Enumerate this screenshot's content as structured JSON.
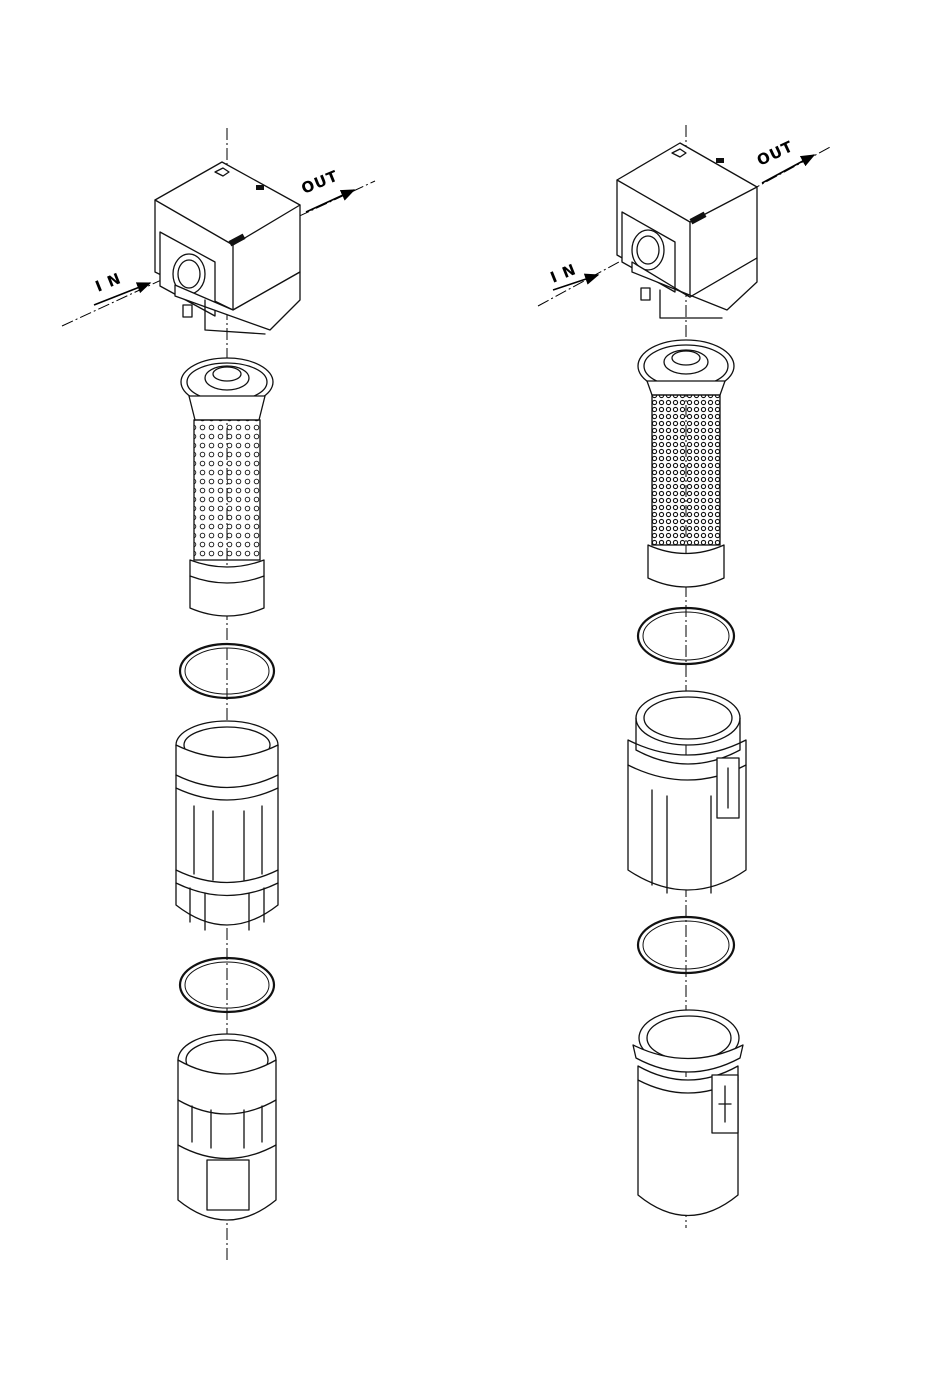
{
  "assemblies": [
    {
      "name": "left-assembly",
      "in_label": "I N",
      "out_label": "OUT",
      "variant": "filter-ring-bowl"
    },
    {
      "name": "right-assembly",
      "in_label": "I N",
      "out_label": "OUT",
      "variant": "clip-bowl"
    }
  ],
  "colors": {
    "line": "#111111",
    "background": "#ffffff"
  }
}
